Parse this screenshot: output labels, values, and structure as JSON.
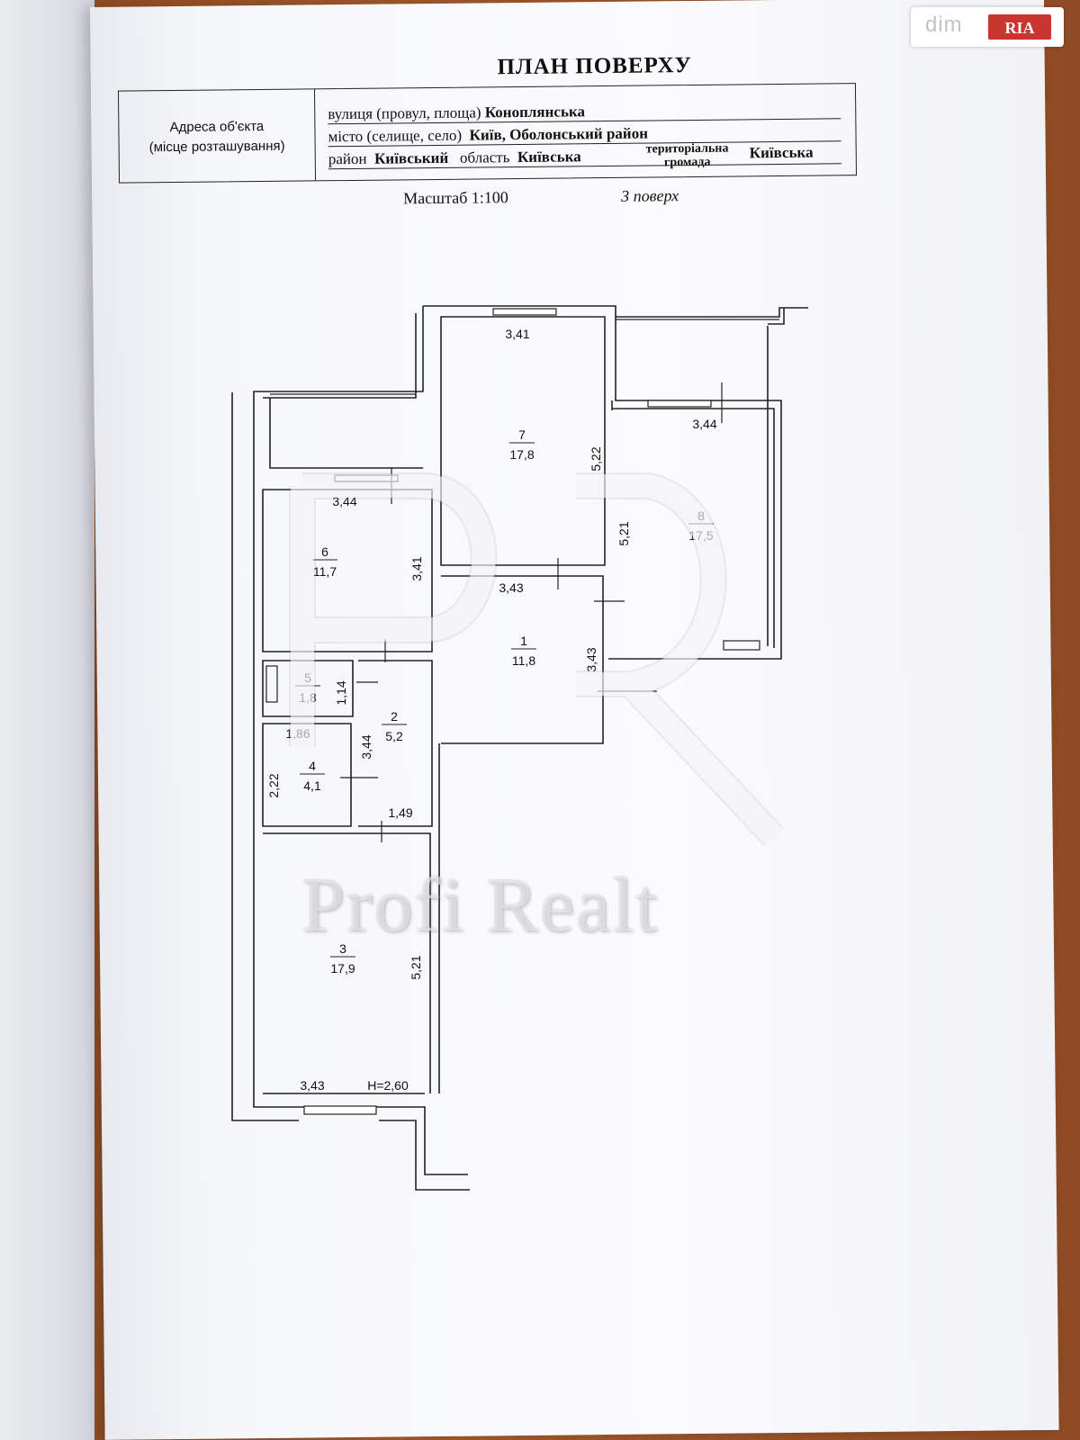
{
  "header": {
    "title": "ПЛАН ПОВЕРХУ",
    "address_label_line1": "Адреса об'єкта",
    "address_label_line2": "(місце розташування)",
    "street_label": "вулиця (провул, площа)",
    "street_value": "Коноплянська",
    "city_label": "місто (селище, село)",
    "city_value": "Київ,  Оболонський район",
    "district_label": "район",
    "district_value": "Київський",
    "region_label": "область",
    "region_value": "Київська",
    "community_label_1": "територіальна",
    "community_label_2": "громада",
    "community_value": "Київська",
    "scale": "Масштаб 1:100",
    "floor": "3 поверх"
  },
  "rooms": [
    {
      "num": "1",
      "area": "11,8"
    },
    {
      "num": "2",
      "area": "5,2"
    },
    {
      "num": "3",
      "area": "17,9"
    },
    {
      "num": "4",
      "area": "4,1"
    },
    {
      "num": "5",
      "area": "1,8"
    },
    {
      "num": "6",
      "area": "11,7"
    },
    {
      "num": "7",
      "area": "17,8"
    },
    {
      "num": "8",
      "area": "17,5"
    }
  ],
  "dimensions": {
    "r7_top": "3,41",
    "r7_side": "5,22",
    "r8_top": "3,44",
    "r8_side": "5,21",
    "r6_top": "3,44",
    "r6_side": "3,41",
    "r1_top": "3,43",
    "r1_side": "3,43",
    "r5_side": "1,14",
    "r4_top": "1,86",
    "r4_side": "2,22",
    "r2_side": "3,44",
    "r2_bottom": "1,49",
    "r3_bottom": "3,43",
    "r3_side": "5,21",
    "height": "H=2,60"
  },
  "watermark": {
    "text": "Profi Realt",
    "monogram": "PR"
  },
  "logo": {
    "dim": "dim",
    "ria": "RIA"
  }
}
